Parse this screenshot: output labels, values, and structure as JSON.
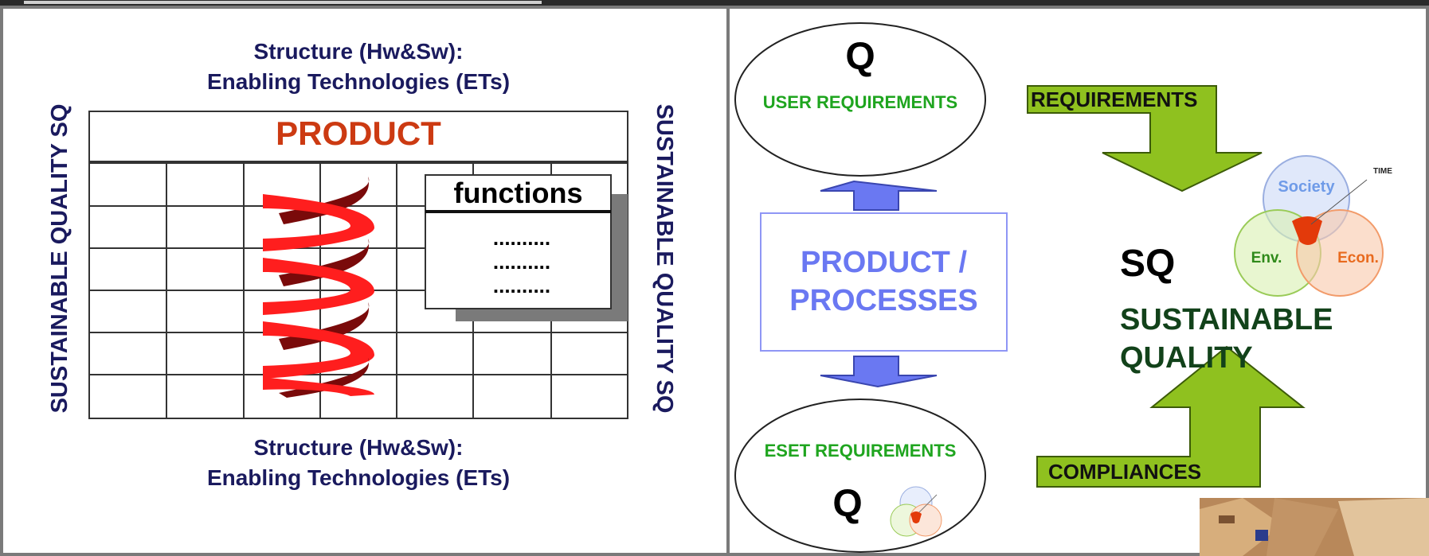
{
  "left": {
    "top_structure_line1": "Structure (Hw&Sw):",
    "top_structure_line2": "Enabling Technologies (ETs)",
    "bottom_structure_line1": "Structure (Hw&Sw):",
    "bottom_structure_line2": "Enabling Technologies (ETs)",
    "product_label": "PRODUCT",
    "functions_label": "functions",
    "functions_dots": [
      "..........",
      "..........",
      ".........."
    ],
    "left_vertical": "SUSTAINABLE QUALITY SQ",
    "right_vertical": "SUSTAINABLE QUALITY SQ"
  },
  "right": {
    "q_top": "Q",
    "user_requirements": "USER REQUIREMENTS",
    "product_processes_line1": "PRODUCT /",
    "product_processes_line2": "PROCESSES",
    "eset_requirements": "ESET REQUIREMENTS",
    "q_bottom": "Q",
    "requirements_label": "REQUIREMENTS",
    "compliances_label": "COMPLIANCES",
    "sq_label": "SQ",
    "sustainable": "SUSTAINABLE",
    "quality": "QUALITY",
    "venn": {
      "society": "Society",
      "env": "Env.",
      "econ": "Econ.",
      "time": "TIME"
    }
  },
  "colors": {
    "navy": "#1a1a5e",
    "product_red": "#cc3a12",
    "green_text": "#1fa51f",
    "arrow_green": "#8fc11f",
    "arrow_blue": "#6a78f2",
    "box_border": "#8f96f5"
  }
}
